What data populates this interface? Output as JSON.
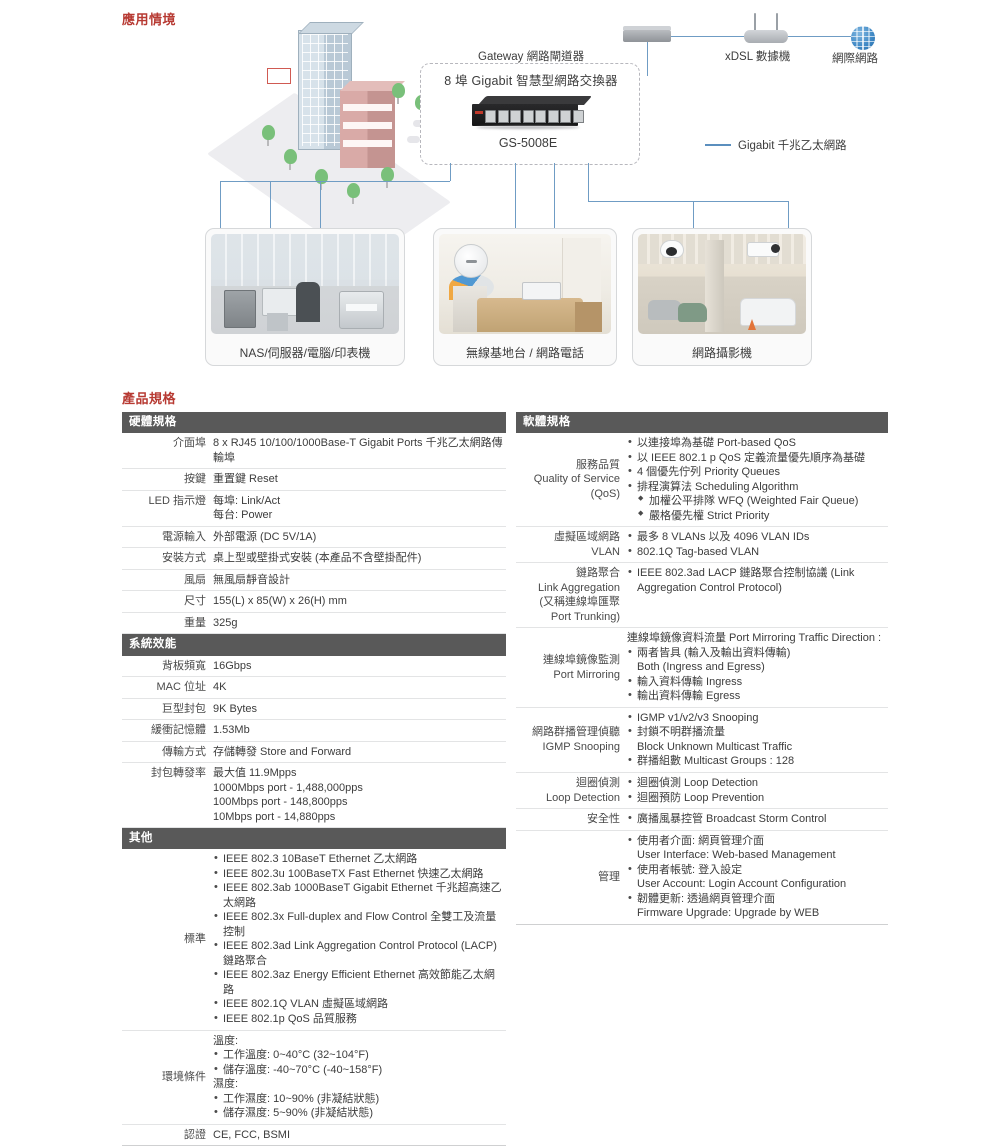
{
  "sections": {
    "application_title": "應用情境",
    "spec_title": "產品規格"
  },
  "diagram": {
    "switch_panel_title": "8 埠 Gigabit 智慧型網路交換器",
    "switch_model": "GS-5008E",
    "gateway_label": "Gateway 網路閘道器",
    "xdsl_label": "xDSL 數據機",
    "internet_label": "網際網路",
    "legend_label": "Gigabit 千兆乙太網路",
    "cards": [
      {
        "caption": "NAS/伺服器/電腦/印表機"
      },
      {
        "caption": "無線基地台 / 網路電話"
      },
      {
        "caption": "網路攝影機"
      }
    ]
  },
  "hardware": {
    "bar": "硬體規格",
    "rows": [
      {
        "label": "介面埠",
        "value": "8 x RJ45 10/100/1000Base-T Gigabit Ports 千兆乙太網路傳輸埠"
      },
      {
        "label": "按鍵",
        "value": "重置鍵 Reset"
      },
      {
        "label": "LED 指示燈",
        "lines": [
          "每埠: Link/Act",
          "每台: Power"
        ]
      },
      {
        "label": "電源輸入",
        "value": "外部電源 (DC 5V/1A)"
      },
      {
        "label": "安裝方式",
        "value": "桌上型或壁掛式安裝 (本產品不含壁掛配件)"
      },
      {
        "label": "風扇",
        "value": "無風扇靜音設計"
      },
      {
        "label": "尺寸",
        "value": "155(L) x 85(W) x 26(H) mm"
      },
      {
        "label": "重量",
        "value": "325g"
      }
    ]
  },
  "system": {
    "bar": "系統效能",
    "rows": [
      {
        "label": "背板頻寬",
        "value": "16Gbps"
      },
      {
        "label": "MAC 位址",
        "value": "4K"
      },
      {
        "label": "巨型封包",
        "value": "9K Bytes"
      },
      {
        "label": "緩衝記憶體",
        "value": "1.53Mb"
      },
      {
        "label": "傳輸方式",
        "value": "存儲轉發 Store and Forward"
      },
      {
        "label": "封包轉發率",
        "lines": [
          "最大值 11.9Mpps",
          "1000Mbps port - 1,488,000pps",
          "100Mbps port - 148,800pps",
          "10Mbps port - 14,880pps"
        ]
      }
    ]
  },
  "other": {
    "bar": "其他",
    "standard_label": "標準",
    "standard_items": [
      "IEEE 802.3 10BaseT Ethernet 乙太網路",
      "IEEE 802.3u 100BaseTX Fast Ethernet 快速乙太網路",
      "IEEE 802.3ab 1000BaseT Gigabit Ethernet 千兆超高速乙太網路",
      "IEEE 802.3x Full-duplex and Flow Control 全雙工及流量控制",
      "IEEE 802.3ad Link Aggregation Control Protocol (LACP) 鏈路聚合",
      "IEEE 802.3az Energy Efficient Ethernet 高效節能乙太網路",
      "IEEE 802.1Q VLAN 虛擬區域網路",
      "IEEE 802.1p QoS 品質服務"
    ],
    "env_label": "環境條件",
    "env_temp_heading": "溫度:",
    "env_temp_items": [
      "工作溫度: 0~40°C (32~104°F)",
      "儲存溫度: -40~70°C (-40~158°F)"
    ],
    "env_hum_heading": "濕度:",
    "env_hum_items": [
      "工作濕度: 10~90% (非凝結狀態)",
      "儲存濕度: 5~90% (非凝結狀態)"
    ],
    "cert_label": "認證",
    "cert_value": "CE, FCC, BSMI"
  },
  "software": {
    "bar": "軟體規格",
    "qos_label": "服務品質\nQuality of Service\n(QoS)",
    "qos_items": [
      "以連接埠為基礎 Port-based QoS",
      "以 IEEE 802.1 p QoS 定義流量優先順序為基礎",
      "4 個優先佇列 Priority Queues",
      "排程演算法 Scheduling Algorithm"
    ],
    "qos_subitems": [
      "加權公平排隊 WFQ (Weighted Fair Queue)",
      "嚴格優先權 Strict Priority"
    ],
    "vlan_label": "虛擬區域網路\nVLAN",
    "vlan_items": [
      "最多 8 VLANs 以及 4096 VLAN IDs",
      "802.1Q  Tag-based VLAN"
    ],
    "lag_label": "鏈路聚合\nLink Aggregation\n(又稱連線埠匯聚\nPort Trunking)",
    "lag_items": [
      "IEEE 802.3ad LACP 鏈路聚合控制協議 (Link Aggregation Control Protocol)"
    ],
    "mirror_label": "連線埠鏡像監測\nPort Mirroring",
    "mirror_heading": "連線埠鏡像資料流量 Port Mirroring Traffic Direction :",
    "mirror_items": [
      "兩者皆具 (輸入及輸出資料傳輸)",
      "輸入資料傳輸 Ingress",
      "輸出資料傳輸 Egress"
    ],
    "mirror_item1_sub": "Both (Ingress and Egress)",
    "igmp_label": "網路群播管理偵聽\nIGMP Snooping",
    "igmp_items": [
      "IGMP v1/v2/v3 Snooping",
      "封鎖不明群播流量",
      "群播組數 Multicast Groups : 128"
    ],
    "igmp_item2_sub": "Block Unknown Multicast Traffic",
    "loop_label": "迴圈偵測\nLoop Detection",
    "loop_items": [
      "迴圈偵測 Loop Detection",
      "迴圈預防 Loop Prevention"
    ],
    "security_label": "安全性",
    "security_items": [
      "廣播風暴控管 Broadcast Storm Control"
    ],
    "mgmt_label": "管理",
    "mgmt_items": [
      "使用者介面: 網頁管理介面",
      "使用者帳號: 登入設定",
      "韌體更新: 透過網頁管理介面"
    ],
    "mgmt_subs": [
      "User Interface: Web-based Management",
      "User Account: Login Account Configuration",
      "Firmware Upgrade: Upgrade by WEB"
    ]
  },
  "colors": {
    "title_red": "#b73a33",
    "bar_gray": "#595959",
    "link_blue": "#6f9cc4"
  }
}
